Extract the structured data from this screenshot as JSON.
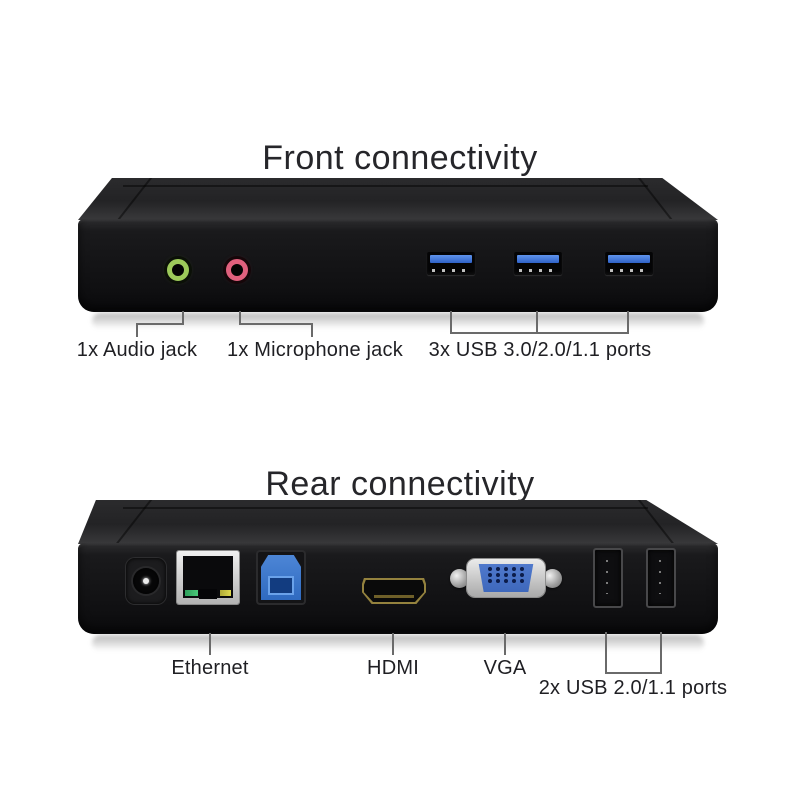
{
  "front": {
    "title": "Front connectivity",
    "labels": {
      "audio": "1x Audio jack",
      "microphone": "1x Microphone jack",
      "usb3": "3x USB 3.0/2.0/1.1 ports"
    }
  },
  "rear": {
    "title": "Rear connectivity",
    "labels": {
      "ethernet": "Ethernet",
      "hdmi": "HDMI",
      "vga": "VGA",
      "usb2": "2x USB 2.0/1.1 ports"
    }
  },
  "colors": {
    "audio-green": "#9cc95a",
    "mic-pink": "#e0607d",
    "usb3-blue": "#2f62c8",
    "usbb-blue": "#2f6ac0",
    "vga-blue": "#3e68bc",
    "eth-led-green": "#49c878",
    "eth-led-yellow": "#ddd84e",
    "hdmi-gold": "#94823e",
    "line-gray": "#6a6a6a",
    "label-ink": "#1f1f23"
  }
}
